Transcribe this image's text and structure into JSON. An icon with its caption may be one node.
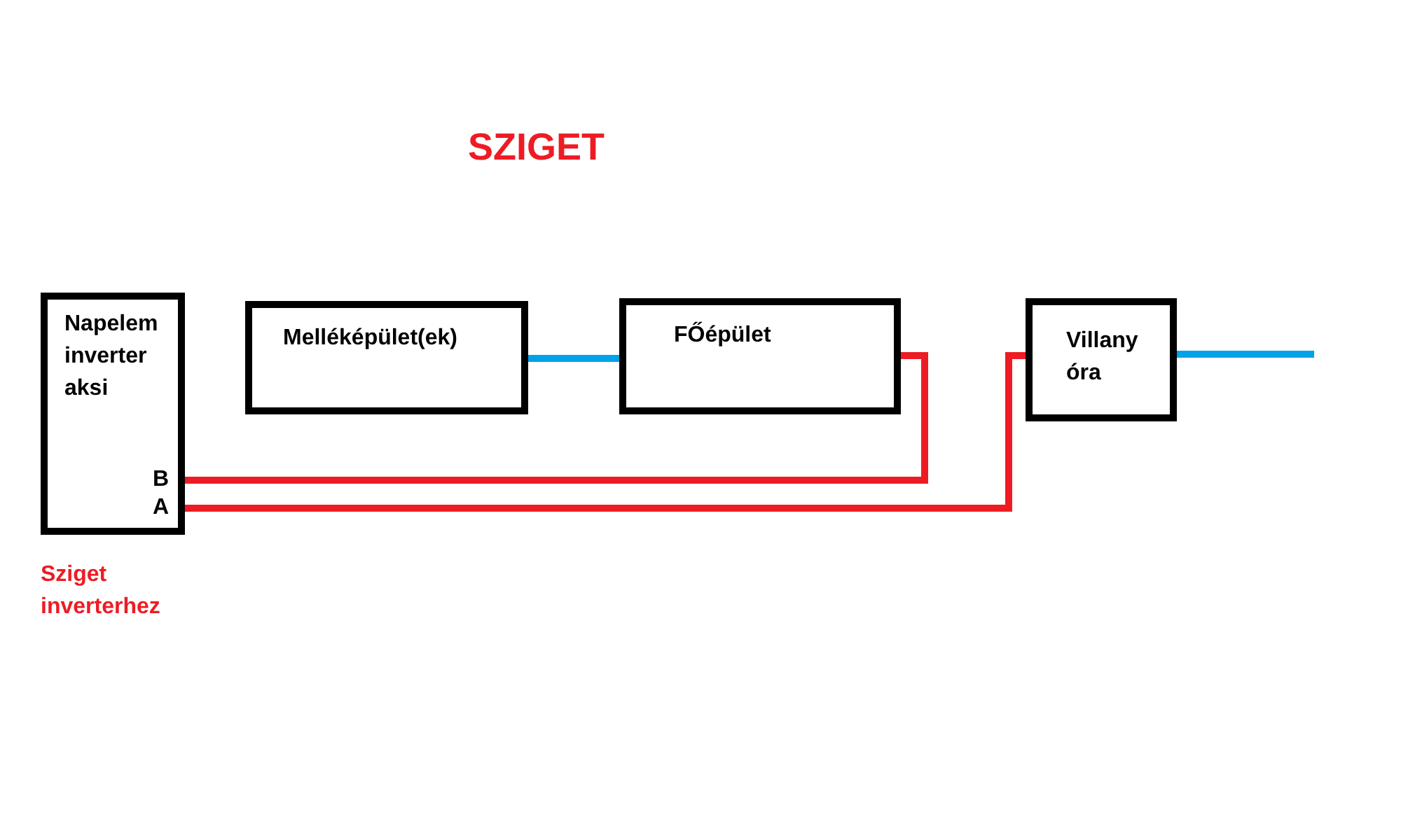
{
  "diagram": {
    "title": "SZIGET",
    "nodes": [
      {
        "text": [
          "Napelem inverter aksi"
        ],
        "beside": [
          "Sziget inverterhez"
        ]
      },
      {
        "text": [
          "Melléképület(ek)"
        ]
      },
      {
        "text": [
          "FŐépület"
        ]
      },
      {
        "text": [
          "Villany óra"
        ]
      }
    ],
    "edges": [
      {
        "from": 1,
        "to": 2,
        "arrow": "none",
        "color": "#00a2e8"
      },
      {
        "from": 0,
        "to": 2,
        "arrow": "none",
        "color": "#ed1c24"
      },
      {
        "from": 0,
        "to": 3,
        "arrow": "none",
        "color": "#ed1c24"
      },
      {
        "from": 3,
        "to": null,
        "arrow": "none",
        "color": "#00a2e8"
      }
    ],
    "labels": [
      "B",
      "A"
    ]
  }
}
